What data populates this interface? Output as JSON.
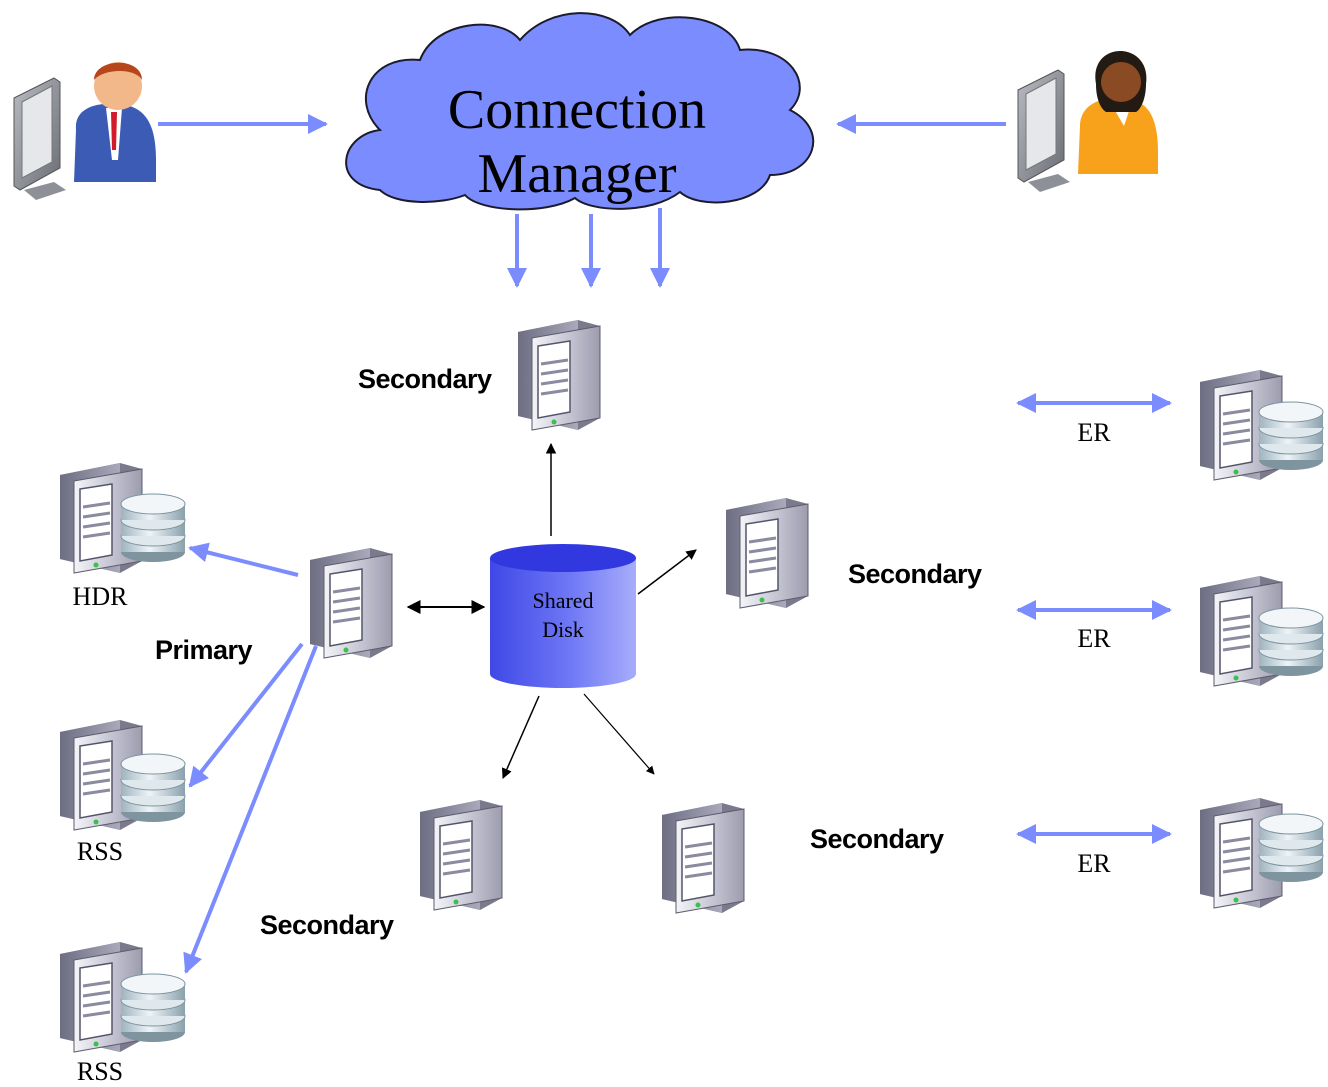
{
  "cloud": {
    "line1": "Connection",
    "line2": "Manager"
  },
  "nodes": {
    "secondary_top": "Secondary",
    "secondary_mid_right": "Secondary",
    "secondary_bottom_left": "Secondary",
    "secondary_bottom_right": "Secondary",
    "primary": "Primary"
  },
  "shared_disk": {
    "line1": "Shared",
    "line2": "Disk"
  },
  "replicas": {
    "hdr": "HDR",
    "rss1": "RSS",
    "rss2": "RSS"
  },
  "er_links": [
    "ER",
    "ER",
    "ER"
  ],
  "colors": {
    "cloud": "#7b8cff",
    "arrow": "#7b8cff",
    "disk": "#5a64f0",
    "server_light": "#e8e8f0",
    "server_dark": "#8e8ea0"
  },
  "icons": [
    "user-male-icon",
    "user-female-icon",
    "server-icon",
    "database-icon",
    "cloud-icon",
    "disk-cylinder-icon"
  ]
}
